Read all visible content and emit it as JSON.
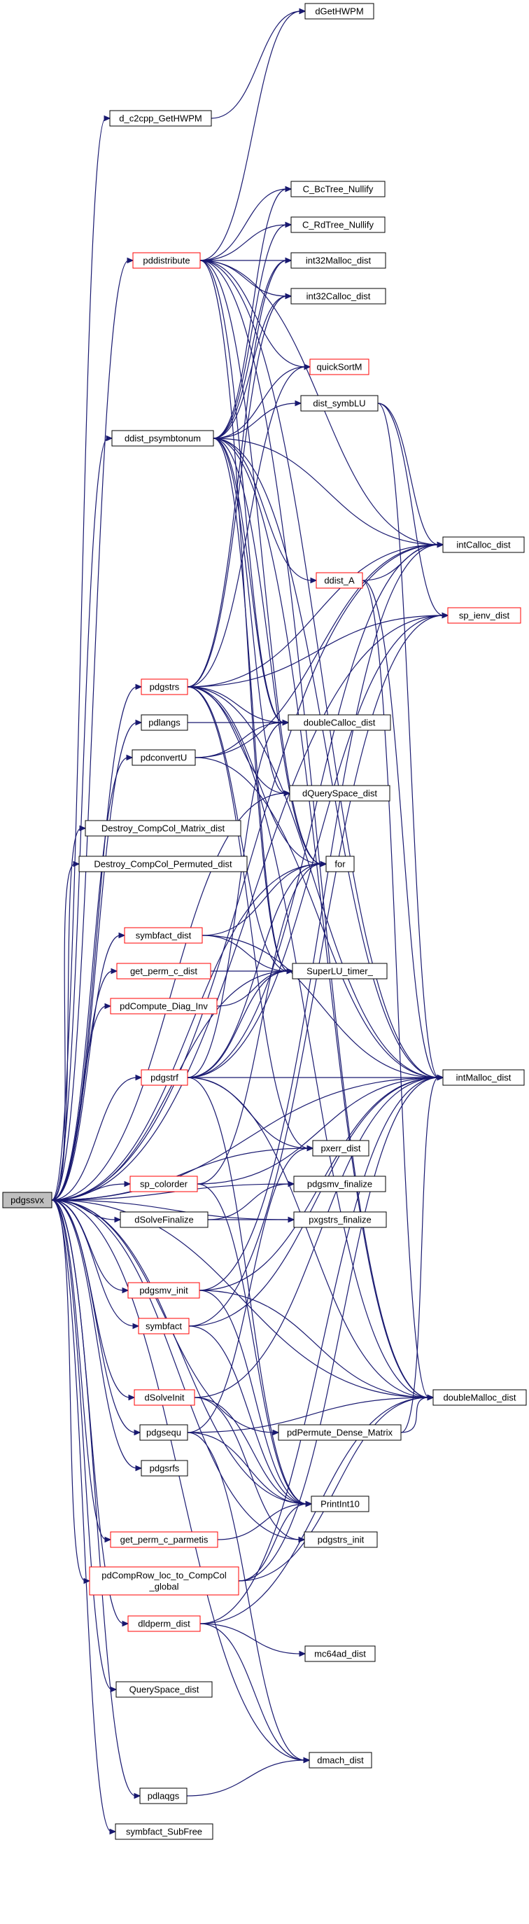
{
  "colors": {
    "edge": "#191970",
    "border_link": "#000000",
    "border_red": "#ff0000",
    "root_fill": "#bfbfbf"
  },
  "nodes": [
    {
      "id": "pdgssvx",
      "label": "pdgssvx",
      "style": "root"
    },
    {
      "id": "dGetHWPM",
      "label": "dGetHWPM",
      "style": "normal"
    },
    {
      "id": "d_c2cpp_GetHWPM",
      "label": "d_c2cpp_GetHWPM",
      "style": "normal"
    },
    {
      "id": "C_BcTree_Nullify",
      "label": "C_BcTree_Nullify",
      "style": "normal"
    },
    {
      "id": "C_RdTree_Nullify",
      "label": "C_RdTree_Nullify",
      "style": "normal"
    },
    {
      "id": "pddistribute",
      "label": "pddistribute",
      "style": "red"
    },
    {
      "id": "int32Malloc_dist",
      "label": "int32Malloc_dist",
      "style": "normal"
    },
    {
      "id": "int32Calloc_dist",
      "label": "int32Calloc_dist",
      "style": "normal"
    },
    {
      "id": "quickSortM",
      "label": "quickSortM",
      "style": "red"
    },
    {
      "id": "dist_symbLU",
      "label": "dist_symbLU",
      "style": "normal"
    },
    {
      "id": "ddist_psymbtonum",
      "label": "ddist_psymbtonum",
      "style": "normal"
    },
    {
      "id": "intCalloc_dist",
      "label": "intCalloc_dist",
      "style": "normal"
    },
    {
      "id": "ddist_A",
      "label": "ddist_A",
      "style": "red"
    },
    {
      "id": "sp_ienv_dist",
      "label": "sp_ienv_dist",
      "style": "red"
    },
    {
      "id": "pdgstrs",
      "label": "pdgstrs",
      "style": "red"
    },
    {
      "id": "pdlangs",
      "label": "pdlangs",
      "style": "normal"
    },
    {
      "id": "doubleCalloc_dist",
      "label": "doubleCalloc_dist",
      "style": "normal"
    },
    {
      "id": "pdconvertU",
      "label": "pdconvertU",
      "style": "normal"
    },
    {
      "id": "dQuerySpace_dist",
      "label": "dQuerySpace_dist",
      "style": "normal"
    },
    {
      "id": "Destroy_CompCol_Matrix_dist",
      "label": "Destroy_CompCol_Matrix_dist",
      "style": "normal"
    },
    {
      "id": "Destroy_CompCol_Permuted_dist",
      "label": "Destroy_CompCol_Permuted_dist",
      "style": "normal"
    },
    {
      "id": "for",
      "label": "for",
      "style": "normal"
    },
    {
      "id": "symbfact_dist",
      "label": "symbfact_dist",
      "style": "red"
    },
    {
      "id": "get_perm_c_dist",
      "label": "get_perm_c_dist",
      "style": "red"
    },
    {
      "id": "SuperLU_timer_",
      "label": "SuperLU_timer_",
      "style": "normal"
    },
    {
      "id": "pdCompute_Diag_Inv",
      "label": "pdCompute_Diag_Inv",
      "style": "red"
    },
    {
      "id": "pdgstrf",
      "label": "pdgstrf",
      "style": "red"
    },
    {
      "id": "intMalloc_dist",
      "label": "intMalloc_dist",
      "style": "normal"
    },
    {
      "id": "pxerr_dist",
      "label": "pxerr_dist",
      "style": "normal"
    },
    {
      "id": "sp_colorder",
      "label": "sp_colorder",
      "style": "red"
    },
    {
      "id": "pdgsmv_finalize",
      "label": "pdgsmv_finalize",
      "style": "normal"
    },
    {
      "id": "dSolveFinalize",
      "label": "dSolveFinalize",
      "style": "normal"
    },
    {
      "id": "pxgstrs_finalize",
      "label": "pxgstrs_finalize",
      "style": "normal"
    },
    {
      "id": "pdgsmv_init",
      "label": "pdgsmv_init",
      "style": "red"
    },
    {
      "id": "symbfact",
      "label": "symbfact",
      "style": "red"
    },
    {
      "id": "dSolveInit",
      "label": "dSolveInit",
      "style": "red"
    },
    {
      "id": "doubleMalloc_dist",
      "label": "doubleMalloc_dist",
      "style": "normal"
    },
    {
      "id": "pdgsequ",
      "label": "pdgsequ",
      "style": "normal"
    },
    {
      "id": "pdPermute_Dense_Matrix",
      "label": "pdPermute_Dense_Matrix",
      "style": "normal"
    },
    {
      "id": "pdgsrfs",
      "label": "pdgsrfs",
      "style": "normal"
    },
    {
      "id": "PrintInt10",
      "label": "PrintInt10",
      "style": "normal"
    },
    {
      "id": "get_perm_c_parmetis",
      "label": "get_perm_c_parmetis",
      "style": "red"
    },
    {
      "id": "pdgstrs_init",
      "label": "pdgstrs_init",
      "style": "normal"
    },
    {
      "id": "pdCompRow_loc_to_CompCol_global",
      "label": "pdCompRow_loc_to_CompCol\n_global",
      "style": "red"
    },
    {
      "id": "dldperm_dist",
      "label": "dldperm_dist",
      "style": "red"
    },
    {
      "id": "mc64ad_dist",
      "label": "mc64ad_dist",
      "style": "normal"
    },
    {
      "id": "QuerySpace_dist",
      "label": "QuerySpace_dist",
      "style": "normal"
    },
    {
      "id": "dmach_dist",
      "label": "dmach_dist",
      "style": "normal"
    },
    {
      "id": "pdlaqgs",
      "label": "pdlaqgs",
      "style": "normal"
    },
    {
      "id": "symbfact_SubFree",
      "label": "symbfact_SubFree",
      "style": "normal"
    }
  ],
  "edges": [
    [
      "pdgssvx",
      "d_c2cpp_GetHWPM"
    ],
    [
      "d_c2cpp_GetHWPM",
      "dGetHWPM"
    ],
    [
      "pdgssvx",
      "pddistribute"
    ],
    [
      "pdgssvx",
      "ddist_psymbtonum"
    ],
    [
      "pdgssvx",
      "pdgstrs"
    ],
    [
      "pdgssvx",
      "pdlangs"
    ],
    [
      "pdgssvx",
      "pdconvertU"
    ],
    [
      "pdgssvx",
      "Destroy_CompCol_Matrix_dist"
    ],
    [
      "pdgssvx",
      "Destroy_CompCol_Permuted_dist"
    ],
    [
      "pdgssvx",
      "symbfact_dist"
    ],
    [
      "pdgssvx",
      "get_perm_c_dist"
    ],
    [
      "pdgssvx",
      "pdCompute_Diag_Inv"
    ],
    [
      "pdgssvx",
      "pdgstrf"
    ],
    [
      "pdgssvx",
      "sp_colorder"
    ],
    [
      "pdgssvx",
      "dSolveFinalize"
    ],
    [
      "pdgssvx",
      "pdgsmv_init"
    ],
    [
      "pdgssvx",
      "symbfact"
    ],
    [
      "pdgssvx",
      "dSolveInit"
    ],
    [
      "pdgssvx",
      "pdgsequ"
    ],
    [
      "pdgssvx",
      "pdgsrfs"
    ],
    [
      "pdgssvx",
      "get_perm_c_parmetis"
    ],
    [
      "pdgssvx",
      "pdCompRow_loc_to_CompCol_global"
    ],
    [
      "pdgssvx",
      "dldperm_dist"
    ],
    [
      "pdgssvx",
      "QuerySpace_dist"
    ],
    [
      "pdgssvx",
      "pdlaqgs"
    ],
    [
      "pdgssvx",
      "symbfact_SubFree"
    ],
    [
      "pdgssvx",
      "pxerr_dist"
    ],
    [
      "pdgssvx",
      "pdgsmv_finalize"
    ],
    [
      "pdgssvx",
      "pxgstrs_finalize"
    ],
    [
      "pdgssvx",
      "intMalloc_dist"
    ],
    [
      "pdgssvx",
      "sp_ienv_dist"
    ],
    [
      "pdgssvx",
      "dmach_dist"
    ],
    [
      "pdgssvx",
      "PrintInt10"
    ],
    [
      "pdgssvx",
      "pdgstrs_init"
    ],
    [
      "pdgssvx",
      "doubleMalloc_dist"
    ],
    [
      "pdgssvx",
      "for"
    ],
    [
      "pdgssvx",
      "SuperLU_timer_"
    ],
    [
      "pdgssvx",
      "dQuerySpace_dist"
    ],
    [
      "pdgssvx",
      "intCalloc_dist"
    ],
    [
      "pdgssvx",
      "pdPermute_Dense_Matrix"
    ],
    [
      "pddistribute",
      "C_BcTree_Nullify"
    ],
    [
      "pddistribute",
      "C_RdTree_Nullify"
    ],
    [
      "pddistribute",
      "int32Malloc_dist"
    ],
    [
      "pddistribute",
      "int32Calloc_dist"
    ],
    [
      "pddistribute",
      "quickSortM"
    ],
    [
      "pddistribute",
      "intCalloc_dist"
    ],
    [
      "pddistribute",
      "intMalloc_dist"
    ],
    [
      "pddistribute",
      "doubleCalloc_dist"
    ],
    [
      "pddistribute",
      "SuperLU_timer_"
    ],
    [
      "pddistribute",
      "for"
    ],
    [
      "pddistribute",
      "dGetHWPM"
    ],
    [
      "pddistribute",
      "doubleMalloc_dist"
    ],
    [
      "ddist_psymbtonum",
      "C_BcTree_Nullify"
    ],
    [
      "ddist_psymbtonum",
      "C_RdTree_Nullify"
    ],
    [
      "ddist_psymbtonum",
      "int32Malloc_dist"
    ],
    [
      "ddist_psymbtonum",
      "int32Calloc_dist"
    ],
    [
      "ddist_psymbtonum",
      "quickSortM"
    ],
    [
      "ddist_psymbtonum",
      "dist_symbLU"
    ],
    [
      "ddist_psymbtonum",
      "ddist_A"
    ],
    [
      "ddist_psymbtonum",
      "intCalloc_dist"
    ],
    [
      "ddist_psymbtonum",
      "intMalloc_dist"
    ],
    [
      "ddist_psymbtonum",
      "doubleCalloc_dist"
    ],
    [
      "ddist_psymbtonum",
      "SuperLU_timer_"
    ],
    [
      "ddist_psymbtonum",
      "for"
    ],
    [
      "ddist_psymbtonum",
      "dQuerySpace_dist"
    ],
    [
      "ddist_psymbtonum",
      "doubleMalloc_dist"
    ],
    [
      "dist_symbLU",
      "intCalloc_dist"
    ],
    [
      "dist_symbLU",
      "intMalloc_dist"
    ],
    [
      "dist_symbLU",
      "sp_ienv_dist"
    ],
    [
      "ddist_A",
      "intCalloc_dist"
    ],
    [
      "ddist_A",
      "intMalloc_dist"
    ],
    [
      "ddist_A",
      "doubleMalloc_dist"
    ],
    [
      "pdgstrs",
      "sp_ienv_dist"
    ],
    [
      "pdgstrs",
      "doubleCalloc_dist"
    ],
    [
      "pdgstrs",
      "dQuerySpace_dist"
    ],
    [
      "pdgstrs",
      "for"
    ],
    [
      "pdgstrs",
      "SuperLU_timer_"
    ],
    [
      "pdgstrs",
      "intMalloc_dist"
    ],
    [
      "pdgstrs",
      "pxerr_dist"
    ],
    [
      "pdgstrs",
      "int32Malloc_dist"
    ],
    [
      "pdgstrs",
      "int32Calloc_dist"
    ],
    [
      "pdgstrs",
      "quickSortM"
    ],
    [
      "pdgstrs",
      "intCalloc_dist"
    ],
    [
      "pdgstrs",
      "doubleMalloc_dist"
    ],
    [
      "pdlangs",
      "doubleCalloc_dist"
    ],
    [
      "pdconvertU",
      "doubleCalloc_dist"
    ],
    [
      "pdconvertU",
      "intCalloc_dist"
    ],
    [
      "pdconvertU",
      "intMalloc_dist"
    ],
    [
      "symbfact_dist",
      "for"
    ],
    [
      "symbfact_dist",
      "SuperLU_timer_"
    ],
    [
      "symbfact_dist",
      "intMalloc_dist"
    ],
    [
      "get_perm_c_dist",
      "SuperLU_timer_"
    ],
    [
      "pdCompute_Diag_Inv",
      "SuperLU_timer_"
    ],
    [
      "pdgstrf",
      "SuperLU_timer_"
    ],
    [
      "pdgstrf",
      "intMalloc_dist"
    ],
    [
      "pdgstrf",
      "pxerr_dist"
    ],
    [
      "pdgstrf",
      "for"
    ],
    [
      "pdgstrf",
      "sp_ienv_dist"
    ],
    [
      "pdgstrf",
      "doubleCalloc_dist"
    ],
    [
      "pdgstrf",
      "intCalloc_dist"
    ],
    [
      "pdgstrf",
      "doubleMalloc_dist"
    ],
    [
      "pdgstrf",
      "PrintInt10"
    ],
    [
      "sp_colorder",
      "for"
    ],
    [
      "sp_colorder",
      "intMalloc_dist"
    ],
    [
      "sp_colorder",
      "PrintInt10"
    ],
    [
      "dSolveFinalize",
      "pdgsmv_finalize"
    ],
    [
      "dSolveFinalize",
      "pxgstrs_finalize"
    ],
    [
      "pdgsmv_init",
      "intMalloc_dist"
    ],
    [
      "pdgsmv_init",
      "doubleMalloc_dist"
    ],
    [
      "pdgsmv_init",
      "PrintInt10"
    ],
    [
      "pdgsmv_init",
      "intCalloc_dist"
    ],
    [
      "symbfact",
      "intMalloc_dist"
    ],
    [
      "symbfact",
      "PrintInt10"
    ],
    [
      "symbfact",
      "sp_ienv_dist"
    ],
    [
      "dSolveInit",
      "PrintInt10"
    ],
    [
      "dSolveInit",
      "pdgstrs_init"
    ],
    [
      "dSolveInit",
      "intMalloc_dist"
    ],
    [
      "pdgsequ",
      "pxerr_dist"
    ],
    [
      "pdgsequ",
      "dmach_dist"
    ],
    [
      "pdgsequ",
      "PrintInt10"
    ],
    [
      "pdgsequ",
      "doubleMalloc_dist"
    ],
    [
      "pdPermute_Dense_Matrix",
      "intMalloc_dist"
    ],
    [
      "pdPermute_Dense_Matrix",
      "doubleMalloc_dist"
    ],
    [
      "get_perm_c_parmetis",
      "PrintInt10"
    ],
    [
      "pdCompRow_loc_to_CompCol_global",
      "PrintInt10"
    ],
    [
      "pdCompRow_loc_to_CompCol_global",
      "doubleMalloc_dist"
    ],
    [
      "pdCompRow_loc_to_CompCol_global",
      "intMalloc_dist"
    ],
    [
      "dldperm_dist",
      "mc64ad_dist"
    ],
    [
      "dldperm_dist",
      "dmach_dist"
    ],
    [
      "dldperm_dist",
      "doubleMalloc_dist"
    ],
    [
      "dldperm_dist",
      "intMalloc_dist"
    ],
    [
      "pdlaqgs",
      "dmach_dist"
    ]
  ]
}
